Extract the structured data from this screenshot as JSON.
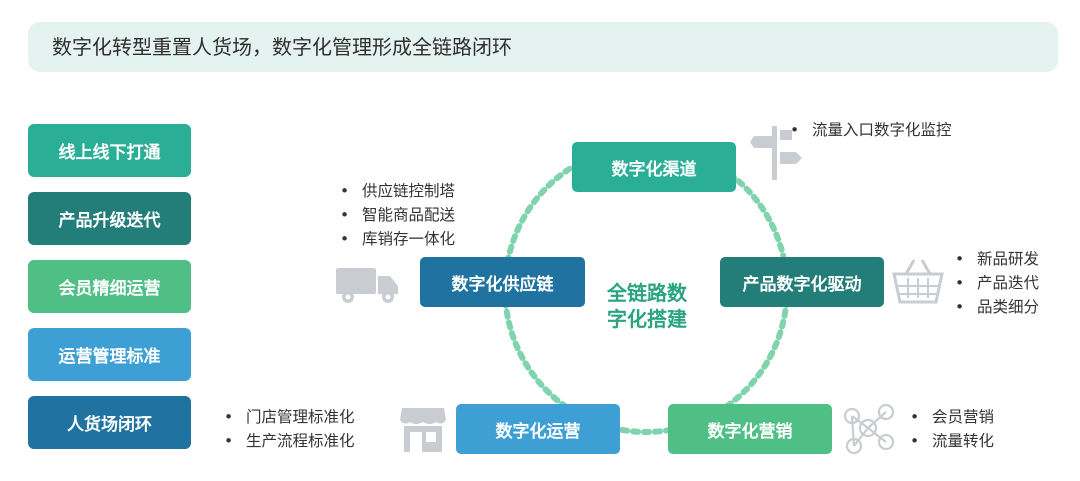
{
  "title": "数字化转型重置人货场，数字化管理形成全链路闭环",
  "left_buttons": [
    {
      "label": "线上线下打通",
      "color": "#2bae96"
    },
    {
      "label": "产品升级迭代",
      "color": "#237e79"
    },
    {
      "label": "会员精细运营",
      "color": "#4fbf86"
    },
    {
      "label": "运营管理标准",
      "color": "#3d9fd3"
    },
    {
      "label": "人货场闭环",
      "color": "#2073a0"
    }
  ],
  "center": {
    "line1": "全链路数",
    "line2": "字化搭建",
    "color": "#2aa37f"
  },
  "nodes": {
    "channel": {
      "label": "数字化渠道",
      "color": "#2bae96",
      "icon": "signpost-icon",
      "bullets": [
        "流量入口数字化监控"
      ]
    },
    "supply": {
      "label": "数字化供应链",
      "color": "#2073a0",
      "icon": "truck-icon",
      "bullets": [
        "供应链控制塔",
        "智能商品配送",
        "库销存一体化"
      ]
    },
    "product": {
      "label": "产品数字化驱动",
      "color": "#237e79",
      "icon": "basket-icon",
      "bullets": [
        "新品研发",
        "产品迭代",
        "品类细分"
      ]
    },
    "operation": {
      "label": "数字化运营",
      "color": "#3d9fd3",
      "icon": "store-icon",
      "bullets": [
        "门店管理标准化",
        "生产流程标准化"
      ]
    },
    "marketing": {
      "label": "数字化营销",
      "color": "#4fbf86",
      "icon": "network-icon",
      "bullets": [
        "会员营销",
        "流量转化"
      ]
    }
  },
  "ring_color": "#7fd3ad",
  "icon_color": "#c9ccd1"
}
